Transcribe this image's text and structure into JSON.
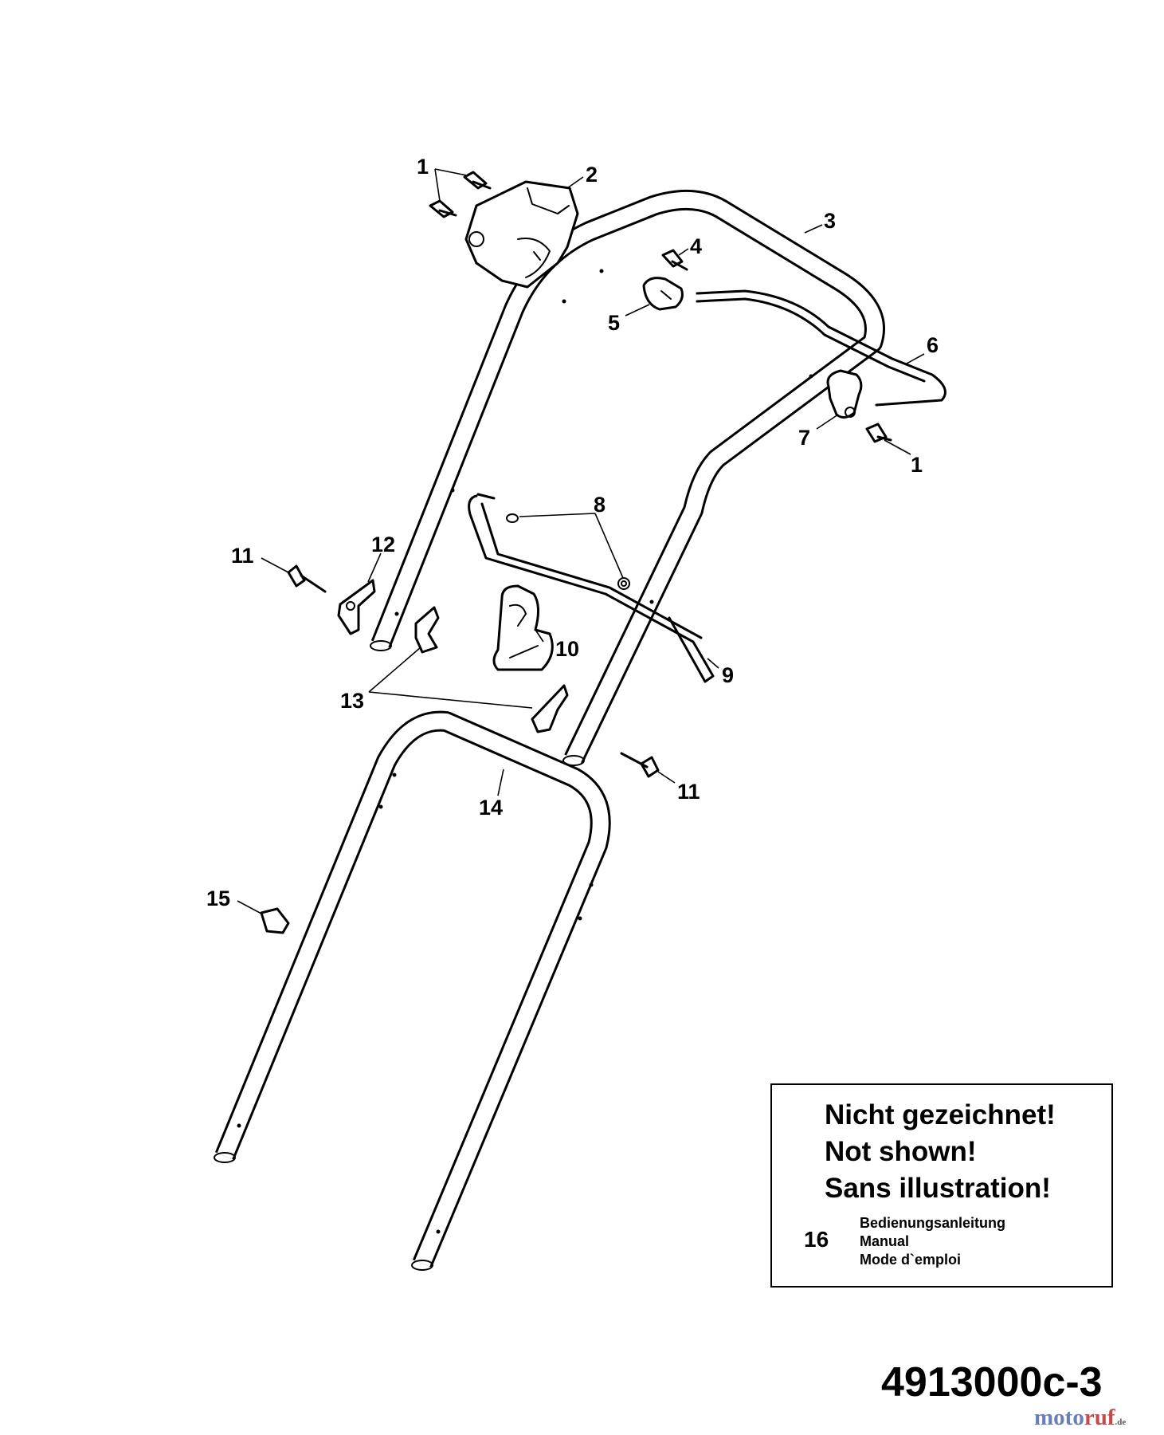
{
  "diagram": {
    "drawing_code": "4913000c-3",
    "watermark": {
      "part1": "moto",
      "part2": "ruf",
      "tld": ".de"
    },
    "callouts": [
      {
        "key": "c1a",
        "text": "1"
      },
      {
        "key": "c2",
        "text": "2"
      },
      {
        "key": "c3",
        "text": "3"
      },
      {
        "key": "c4",
        "text": "4"
      },
      {
        "key": "c5",
        "text": "5"
      },
      {
        "key": "c6",
        "text": "6"
      },
      {
        "key": "c7",
        "text": "7"
      },
      {
        "key": "c1b",
        "text": "1"
      },
      {
        "key": "c8",
        "text": "8"
      },
      {
        "key": "c11a",
        "text": "11"
      },
      {
        "key": "c12",
        "text": "12"
      },
      {
        "key": "c10",
        "text": "10"
      },
      {
        "key": "c9",
        "text": "9"
      },
      {
        "key": "c13",
        "text": "13"
      },
      {
        "key": "c11b",
        "text": "11"
      },
      {
        "key": "c14",
        "text": "14"
      },
      {
        "key": "c15",
        "text": "15"
      }
    ],
    "not_shown_box": {
      "line_de": "Nicht gezeichnet!",
      "line_en": "Not shown!",
      "line_fr": "Sans illustration!",
      "item_number": "16",
      "item_de": "Bedienungsanleitung",
      "item_en": "Manual",
      "item_fr": "Mode d`emploi"
    }
  }
}
